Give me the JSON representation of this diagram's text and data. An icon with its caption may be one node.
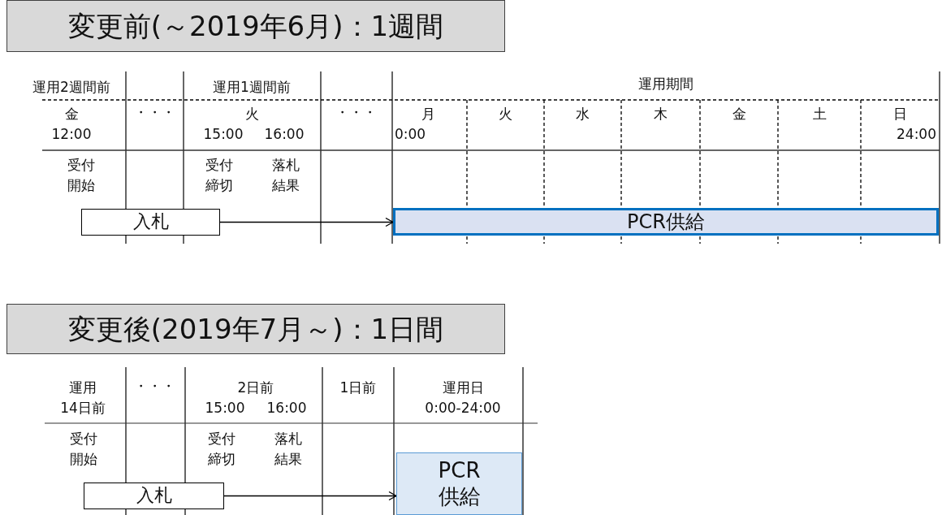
{
  "diagram": {
    "nodes": [
      {
        "text": [
          "変更前(～2019年6月)：1週間"
        ]
      },
      {
        "text": [
          "入札"
        ]
      },
      {
        "text": [
          "PCR供給"
        ]
      },
      {
        "text": [
          "変更後(2019年7月～)：1日間"
        ]
      },
      {
        "text": [
          "入札"
        ]
      },
      {
        "text": [
          "PCR供給"
        ]
      }
    ],
    "edges": [
      {
        "from": 1,
        "to": 2,
        "arrow": "to"
      },
      {
        "from": 4,
        "to": 5,
        "arrow": "to"
      }
    ],
    "labels": [
      "運用2週間前",
      "運用1週間前",
      "運用期間",
      "金",
      "・・・",
      "火",
      "・・・",
      "月",
      "火",
      "水",
      "木",
      "金",
      "土",
      "日",
      "12:00",
      "15:00",
      "16:00",
      "0:00",
      "24:00",
      "受付開始",
      "受付締切",
      "落札結果",
      "運用",
      "・・・",
      "2日前",
      "1日前",
      "運用日",
      "14日前",
      "15:00",
      "16:00",
      "0:00-24:00",
      "受付開始",
      "受付締切",
      "落札結果"
    ]
  }
}
